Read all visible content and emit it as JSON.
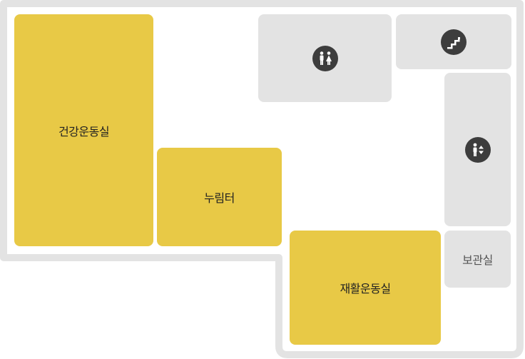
{
  "floor_plan": {
    "rooms": {
      "health_gym": {
        "label": "건강운동실"
      },
      "nurimteo": {
        "label": "누림터"
      },
      "rehab_gym": {
        "label": "재활운동실"
      },
      "storage": {
        "label": "보관실"
      }
    },
    "icons": {
      "restroom": "restroom-icon",
      "stairs": "stairs-icon",
      "elevator": "elevator-icon"
    },
    "colors": {
      "program_room": "#e8c946",
      "facility_room": "#e3e3e3",
      "floor": "#ffffff",
      "outline": "#e3e3e3",
      "icon_circle": "#3d3d3d"
    }
  }
}
